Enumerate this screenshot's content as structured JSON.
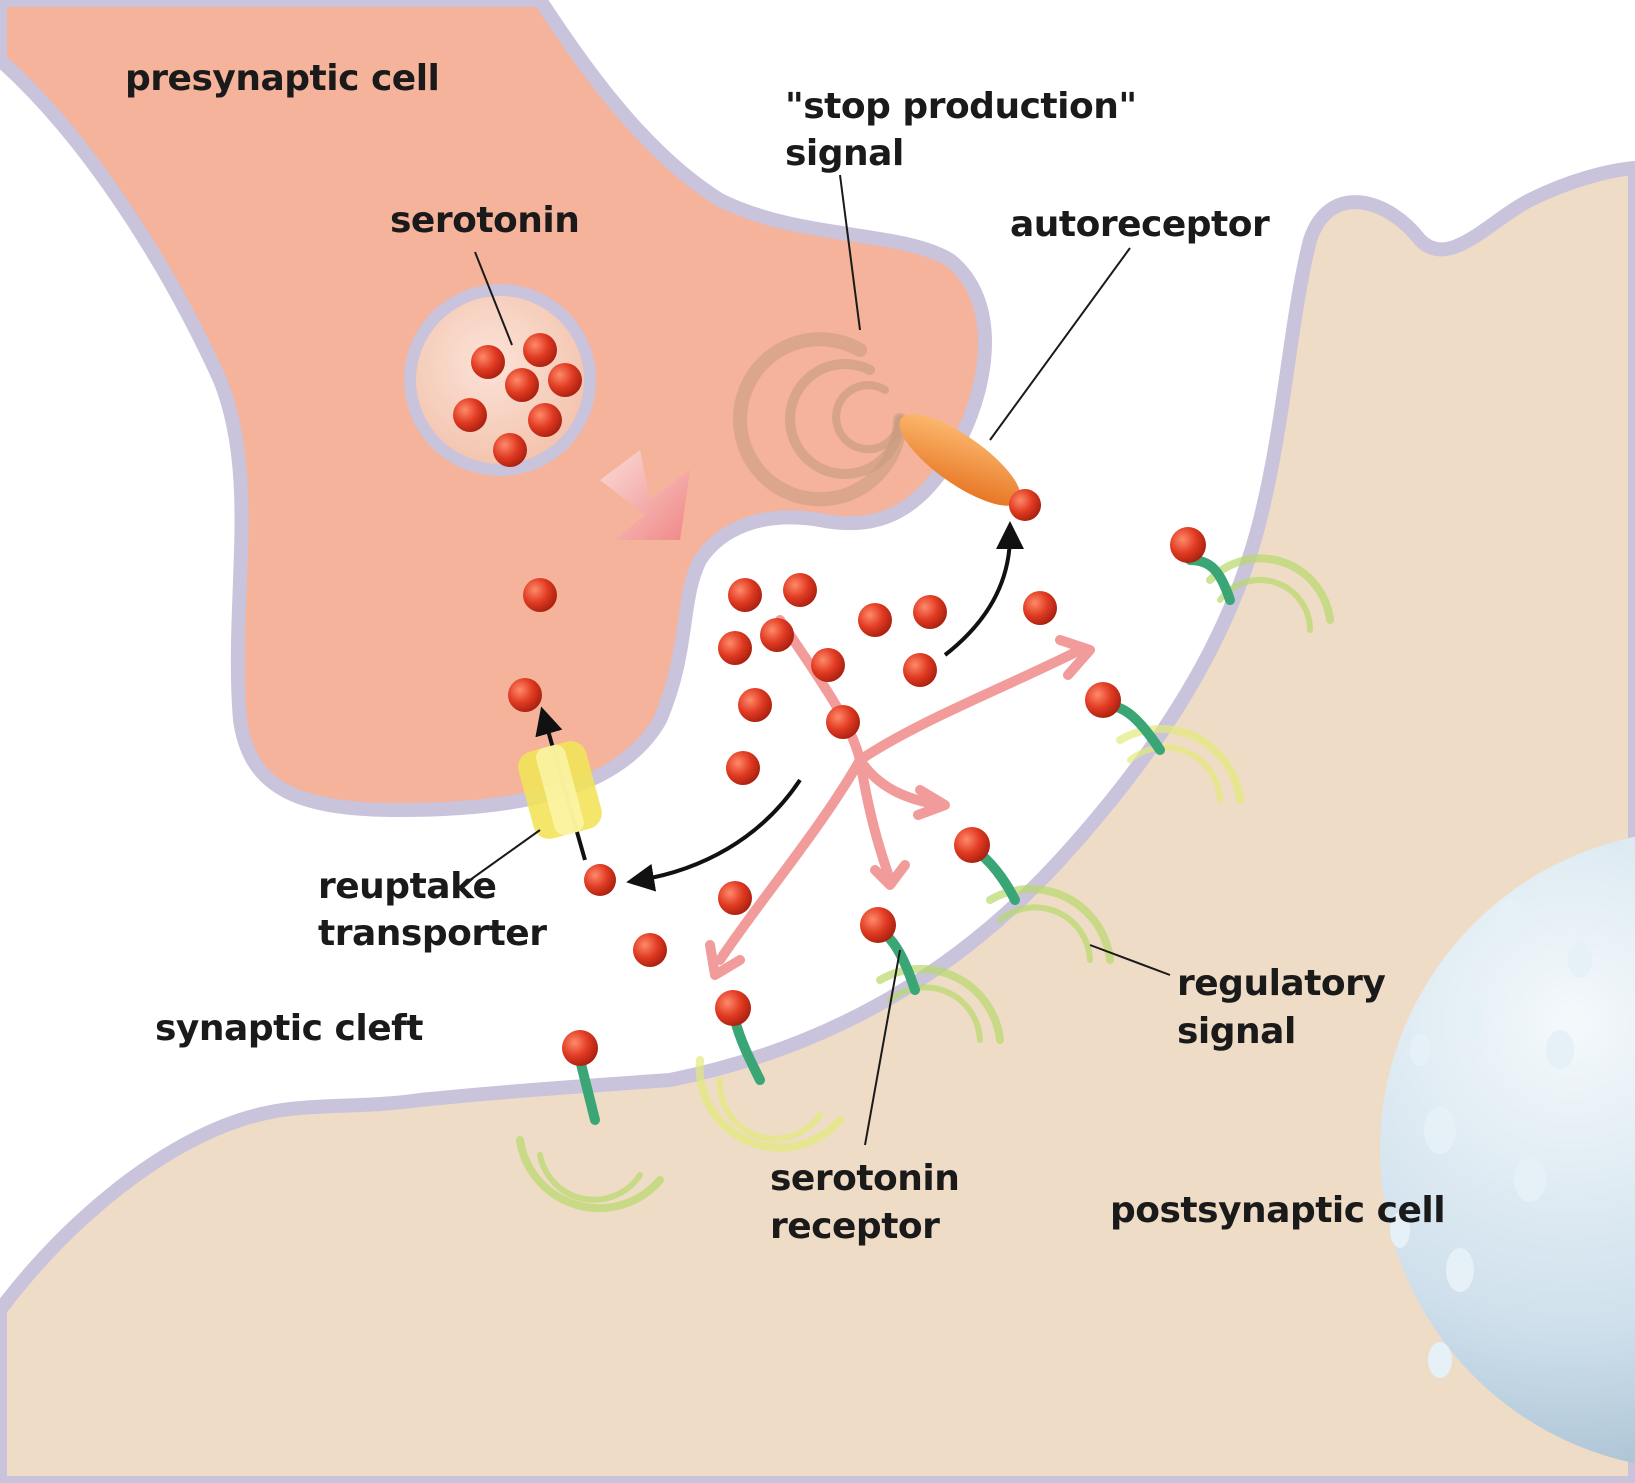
{
  "labels": {
    "presynaptic_cell": "presynaptic cell",
    "stop_production_line1": "\"stop production\"",
    "stop_production_line2": "signal",
    "serotonin": "serotonin",
    "autoreceptor": "autoreceptor",
    "reuptake_line1": "reuptake",
    "reuptake_line2": "transporter",
    "synaptic_cleft": "synaptic cleft",
    "regulatory_line1": "regulatory",
    "regulatory_line2": "signal",
    "serotonin_receptor_line1": "serotonin",
    "serotonin_receptor_line2": "receptor",
    "postsynaptic_cell": "postsynaptic cell"
  },
  "colors": {
    "presynaptic_fill": "#f4b39a",
    "postsynaptic_fill": "#efdcc6",
    "membrane": "#c9c3dc",
    "serotonin_molecule": "#d8381f",
    "release_arrow": "#f08a8a",
    "reuptake_transporter": "#f2e35a",
    "autoreceptor": "#ef8a2a",
    "receptor_green": "#3aa676",
    "signal_wave": "#b8d86a",
    "nucleus": "#c9dcea"
  }
}
